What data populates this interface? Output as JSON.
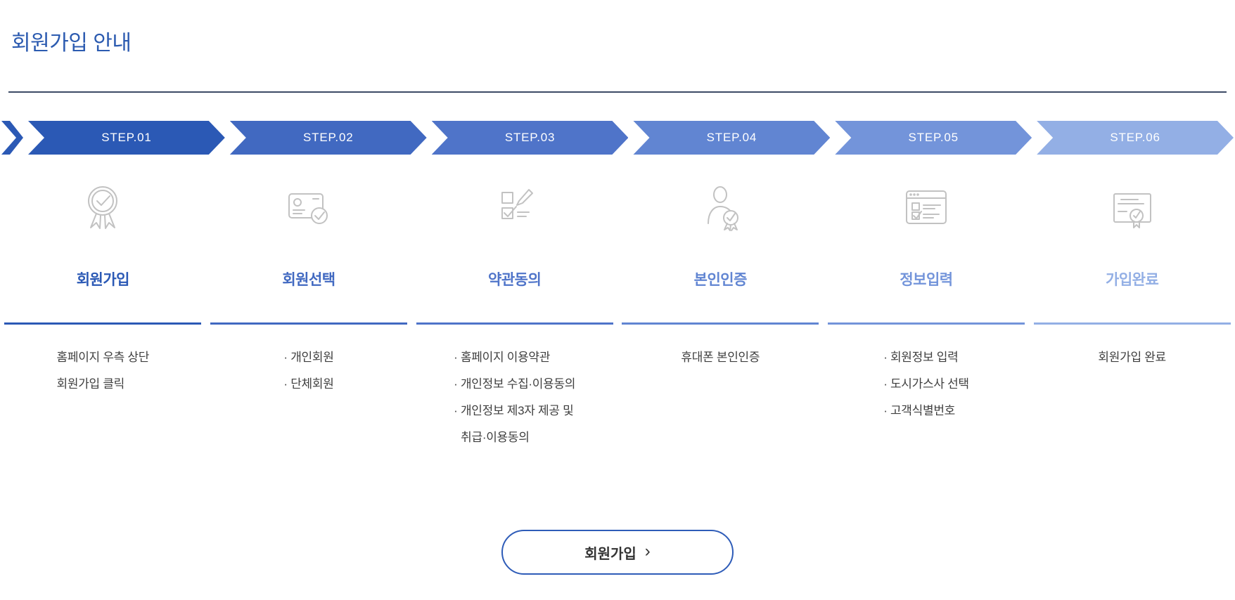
{
  "page": {
    "title": "회원가입 안내"
  },
  "colors": {
    "divider": "#3d4b66",
    "title_text": "#2c5bb0",
    "icon_stroke": "#c2c2c2",
    "desc_text": "#3f3f3f",
    "button_border": "#2e5cb8",
    "button_text": "#333333"
  },
  "steps": [
    {
      "label": "STEP.01",
      "title": "회원가입",
      "color": "#2b59b5",
      "icon": "award-check-icon",
      "desc": [
        "홈페이지 우측 상단",
        "회원가입 클릭"
      ]
    },
    {
      "label": "STEP.02",
      "title": "회원선택",
      "color": "#4169c1",
      "icon": "id-card-check-icon",
      "desc": [
        "· 개인회원",
        "· 단체회원"
      ]
    },
    {
      "label": "STEP.03",
      "title": "약관동의",
      "color": "#4f74c9",
      "icon": "terms-checklist-icon",
      "desc": [
        "· 홈페이지 이용약관",
        "· 개인정보 수집·이용동의",
        "· 개인정보 제3자 제공 및",
        "취급·이용동의"
      ]
    },
    {
      "label": "STEP.04",
      "title": "본인인증",
      "color": "#6185d2",
      "icon": "person-certify-icon",
      "desc": [
        "휴대폰 본인인증"
      ]
    },
    {
      "label": "STEP.05",
      "title": "정보입력",
      "color": "#7394da",
      "icon": "browser-form-icon",
      "desc": [
        "· 회원정보 입력",
        "· 도시가스사 선택",
        "· 고객식별번호"
      ]
    },
    {
      "label": "STEP.06",
      "title": "가입완료",
      "color": "#93afe5",
      "icon": "certificate-seal-icon",
      "desc": [
        "회원가입 완료"
      ]
    }
  ],
  "button": {
    "label": "회원가입",
    "arrow": "›"
  }
}
